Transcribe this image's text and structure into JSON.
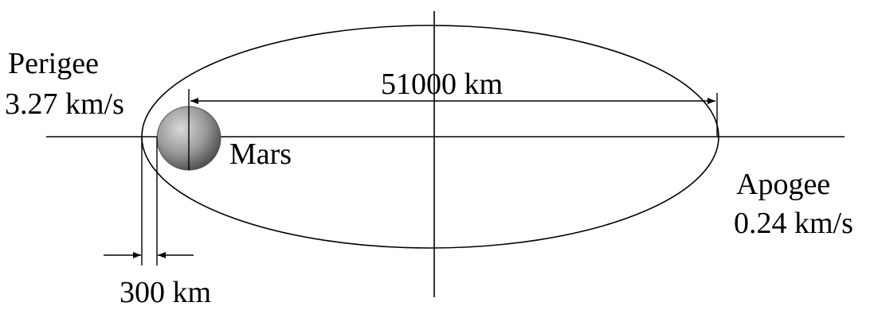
{
  "labels": {
    "perigee": "Perigee",
    "perigee_speed": "3.27 km/s",
    "apogee": "Apogee",
    "apogee_speed": "0.24 km/s",
    "major_axis": "51000 km",
    "planet": "Mars",
    "altitude": "300 km"
  },
  "colors": {
    "line": "#000000",
    "planet_light": "#d9d9d9",
    "planet_mid": "#9a9a9a",
    "planet_dark": "#4a4a4a",
    "background": "#ffffff"
  }
}
